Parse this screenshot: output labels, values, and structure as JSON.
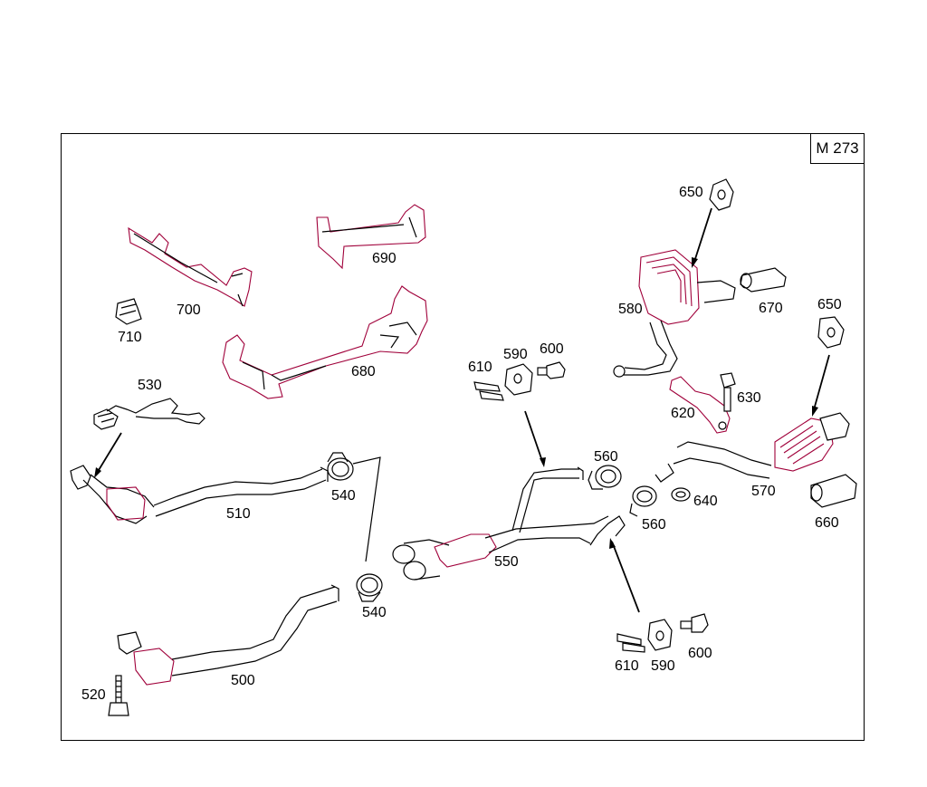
{
  "model_code": "M 273",
  "parts": {
    "p500": "500",
    "p510": "510",
    "p520": "520",
    "p530": "530",
    "p540a": "540",
    "p540b": "540",
    "p550": "550",
    "p560a": "560",
    "p560b": "560",
    "p570": "570",
    "p580": "580",
    "p590a": "590",
    "p590b": "590",
    "p600a": "600",
    "p600b": "600",
    "p610a": "610",
    "p610b": "610",
    "p620": "620",
    "p630": "630",
    "p640": "640",
    "p650a": "650",
    "p650b": "650",
    "p660": "660",
    "p670": "670",
    "p680": "680",
    "p690": "690",
    "p700": "700",
    "p710": "710"
  }
}
